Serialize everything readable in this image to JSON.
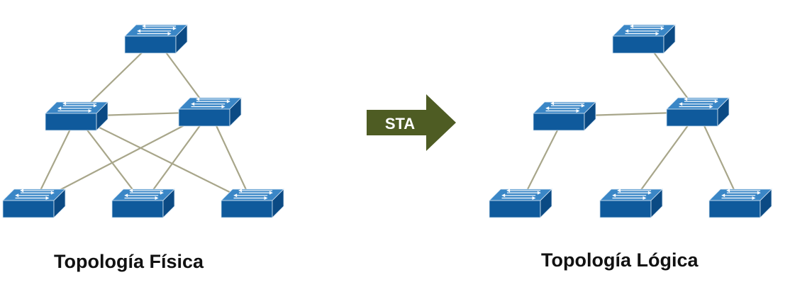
{
  "physical": {
    "caption": "Topología Física",
    "switches": [
      "top",
      "mid-left",
      "mid-right",
      "bottom-left",
      "bottom-center",
      "bottom-right"
    ],
    "links": [
      [
        "top",
        "mid-left"
      ],
      [
        "top",
        "mid-right"
      ],
      [
        "mid-left",
        "mid-right"
      ],
      [
        "mid-left",
        "bottom-left"
      ],
      [
        "mid-left",
        "bottom-center"
      ],
      [
        "mid-left",
        "bottom-right"
      ],
      [
        "mid-right",
        "bottom-left"
      ],
      [
        "mid-right",
        "bottom-center"
      ],
      [
        "mid-right",
        "bottom-right"
      ]
    ]
  },
  "logical": {
    "caption": "Topología Lógica",
    "switches": [
      "top",
      "mid-left",
      "mid-right",
      "bottom-left",
      "bottom-center",
      "bottom-right"
    ],
    "links": [
      [
        "top",
        "mid-right"
      ],
      [
        "mid-left",
        "mid-right"
      ],
      [
        "mid-left",
        "bottom-left"
      ],
      [
        "mid-right",
        "bottom-center"
      ],
      [
        "mid-right",
        "bottom-right"
      ]
    ]
  },
  "arrow": {
    "label": "STA"
  },
  "colors": {
    "switch_top": "#3a86c6",
    "switch_front": "#0f5a9c",
    "switch_side": "#0b4a84",
    "switch_edge": "#d6e6f4",
    "link": "#a8a68a",
    "arrow": "#4e5c23",
    "arrow_text": "#ffffff",
    "caption": "#111111"
  }
}
